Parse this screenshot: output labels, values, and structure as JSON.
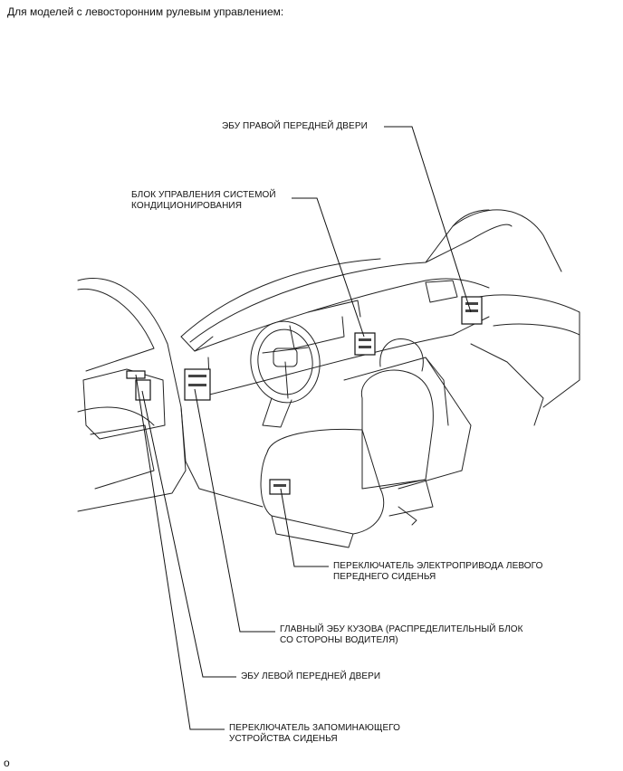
{
  "heading": "Для моделей с левосторонним рулевым управлением:",
  "labels": {
    "right_front_door_ecu": "ЭБУ ПРАВОЙ ПЕРЕДНЕЙ ДВЕРИ",
    "ac_control_line1": "БЛОК УПРАВЛЕНИЯ СИСТЕМОЙ",
    "ac_control_line2": "КОНДИЦИОНИРОВАНИЯ",
    "seat_switch_line1": "ПЕРЕКЛЮЧАТЕЛЬ ЭЛЕКТРОПРИВОДА ЛЕВОГО",
    "seat_switch_line2": "ПЕРЕДНЕГО СИДЕНЬЯ",
    "main_body_ecu_line1": "ГЛАВНЫЙ ЭБУ КУЗОВА (РАСПРЕДЕЛИТЕЛЬНЫЙ БЛОК",
    "main_body_ecu_line2": "СО СТОРОНЫ ВОДИТЕЛЯ)",
    "left_front_door_ecu": "ЭБУ ЛЕВОЙ ПЕРЕДНЕЙ ДВЕРИ",
    "memory_switch_line1": "ПЕРЕКЛЮЧАТЕЛЬ ЗАПОМИНАЮЩЕГО",
    "memory_switch_line2": "УСТРОЙСТВА СИДЕНЬЯ"
  },
  "corner_mark": "o"
}
